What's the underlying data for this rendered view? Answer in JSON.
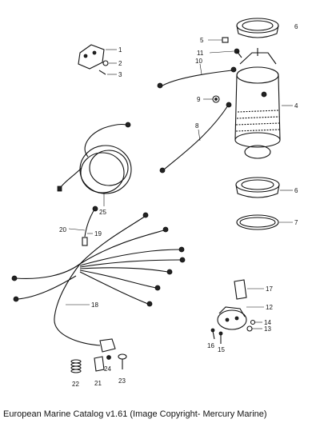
{
  "caption": "European Marine Catalog v1.61 (Image Copyright- Mercury Marine)",
  "callouts": {
    "c1": "1",
    "c2": "2",
    "c3": "3",
    "c4": "4",
    "c5": "5",
    "c6a": "6",
    "c6b": "6",
    "c7": "7",
    "c8": "8",
    "c9": "9",
    "c10": "10",
    "c11": "11",
    "c12": "12",
    "c13": "13",
    "c14": "14",
    "c15": "15",
    "c16": "16",
    "c17": "17",
    "c18": "18",
    "c19": "19",
    "c20": "20",
    "c21": "21",
    "c22": "22",
    "c23": "23",
    "c24": "24",
    "c25": "25"
  }
}
